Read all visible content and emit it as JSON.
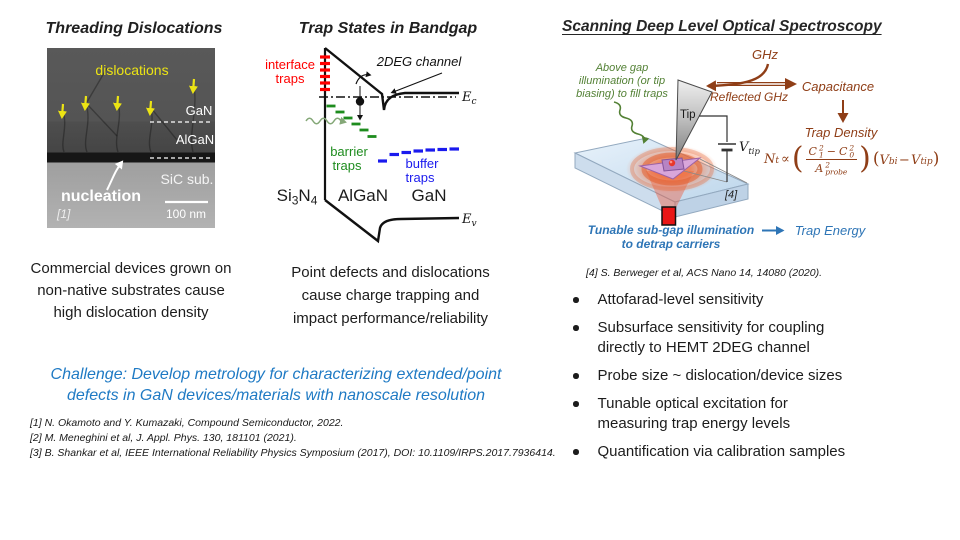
{
  "colors": {
    "accent_brown": "#8f3e17",
    "annotation_green": "#538135",
    "annotation_blue": "#2e75b6",
    "challenge_blue": "#1f7ac4",
    "trap_red": "#ff0000",
    "barrier_trap_green": "#1e8c1e",
    "buffer_trap_blue": "#1a1aee",
    "tem_arrow_yellow": "#ece414"
  },
  "col1": {
    "title": "Threading Dislocations",
    "tem": {
      "dislocations": "dislocations",
      "gan": "GaN",
      "algan": "AlGaN",
      "sic": "SiC sub.",
      "nucleation": "nucleation",
      "cite": "[1]",
      "scalebar": "100 nm"
    },
    "caption": [
      "Commercial devices grown on",
      "non-native substrates cause",
      "high dislocation density"
    ]
  },
  "col2": {
    "title": "Trap States in Bandgap",
    "band": {
      "interface_traps": [
        "interface",
        "traps"
      ],
      "two_deg": "2DEG channel",
      "ec_base": "E",
      "ec_sub": "c",
      "ev_base": "E",
      "ev_sub": "v",
      "barrier_traps": [
        "barrier",
        "traps"
      ],
      "buffer_traps": [
        "buffer",
        "traps"
      ],
      "si3n4": {
        "p1": "Si",
        "s1": "3",
        "p2": "N",
        "s2": "4"
      },
      "algan": "AlGaN",
      "gan": "GaN"
    },
    "caption": [
      "Point defects and dislocations",
      "cause charge trapping and",
      "impact performance/reliability"
    ]
  },
  "challenge": [
    "Challenge: Develop metrology for characterizing extended/point",
    "defects in GaN devices/materials with nanoscale resolution"
  ],
  "references": [
    "[1] N. Okamoto and Y. Kumazaki, Compound Semiconductor, 2022.",
    "[2] M. Meneghini et al, J. Appl. Phys. 130, 181101 (2021).",
    "[3] B. Shankar et al, IEEE International Reliability Physics Symposium (2017), DOI: 10.1109/IRPS.2017.7936414."
  ],
  "col3": {
    "title": "Scanning Deep Level Optical Spectroscopy",
    "diagram": {
      "ghz": "GHz",
      "reflected": "Reflected GHz",
      "capacitance": "Capacitance",
      "trap_density": "Trap Density",
      "above_gap": [
        "Above gap",
        "illumination (or tip",
        "biasing) to fill traps"
      ],
      "tip": "Tip",
      "vtip_base": "V",
      "vtip_sub": "tip",
      "cite": "[4]",
      "tunable": [
        "Tunable sub-gap illumination",
        "to detrap carriers"
      ],
      "trap_energy": "Trap Energy",
      "formula": {
        "lhs": "N",
        "lhs_sub": "t",
        "propto": "∝",
        "open_big": "(",
        "close_big": ")",
        "c1": "C",
        "c1_sub": "1",
        "c1_sup": "2",
        "minus1": "−",
        "c0": "C",
        "c0_sub": "0",
        "c0_sup": "2",
        "a": "A",
        "a_sup": "2",
        "a_sub": "probe",
        "open": "(",
        "vbi": "V",
        "vbi_sub": "bi",
        "minus2": "−",
        "vtip": "V",
        "vtip_sub": "tip",
        "close": ")"
      }
    },
    "citation": "[4] S. Berweger et al, ACS Nano 14, 14080 (2020).",
    "bullets": [
      [
        "Attofarad-level sensitivity"
      ],
      [
        "Subsurface sensitivity for coupling",
        "directly to HEMT 2DEG channel"
      ],
      [
        "Probe size ~ dislocation/device sizes"
      ],
      [
        "Tunable optical excitation for",
        "measuring trap energy levels"
      ],
      [
        "Quantification via calibration samples"
      ]
    ]
  }
}
